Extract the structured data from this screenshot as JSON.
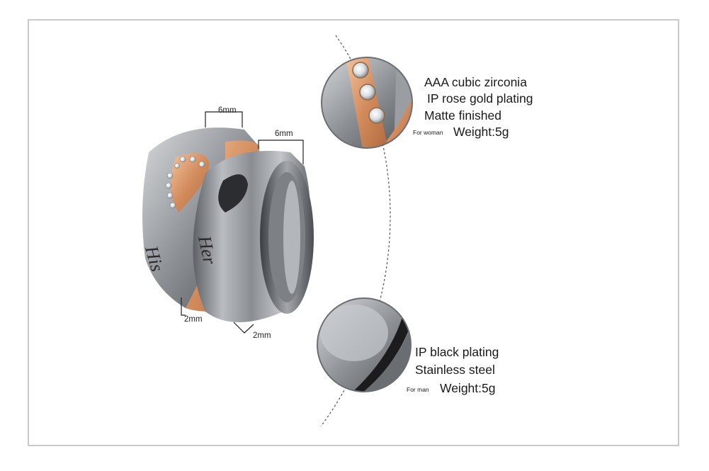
{
  "woman_spec": {
    "line1": "AAA cubic zirconia",
    "line2": "IP rose gold plating",
    "line3": "Matte finished",
    "tag": "For woman",
    "weight": "Weight:5g"
  },
  "man_spec": {
    "line1": "IP black plating",
    "line2": "Stainless steel",
    "tag": "For man",
    "weight": "Weight:5g"
  },
  "dimensions": {
    "woman_width": "6mm",
    "man_width": "6mm",
    "woman_thickness": "2mm",
    "man_thickness": "2mm"
  },
  "colors": {
    "rose_gold": "#d89a6b",
    "steel": "#9b9ea2",
    "black_plating": "#1c1c1e",
    "frame": "#c9c9c9"
  }
}
